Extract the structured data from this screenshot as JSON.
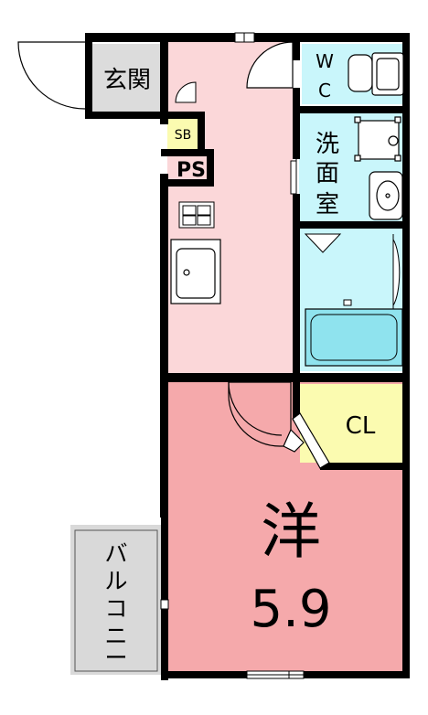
{
  "rooms": {
    "genkan": "玄関",
    "sb": "SB",
    "ps": "PS",
    "wc_1": "W",
    "wc_2": "C",
    "washroom_1": "洗",
    "washroom_2": "面",
    "washroom_3": "室",
    "closet": "CL",
    "western_room": "洋",
    "western_size": "5.9",
    "balcony_1": "バ",
    "balcony_2": "ル",
    "balcony_3": "コ",
    "balcony_4": "ニ",
    "balcony_5": "ー"
  },
  "colors": {
    "wall": "#000000",
    "corridor": "#fbd7d9",
    "western_room": "#f5a9ab",
    "wet_area": "#c9f6fb",
    "closet": "#fbfbb0",
    "genkan": "#dcdcdc",
    "balcony": "#d9d9d9",
    "sb": "#fbfbb0",
    "bathtub": "#8fe3ee"
  }
}
